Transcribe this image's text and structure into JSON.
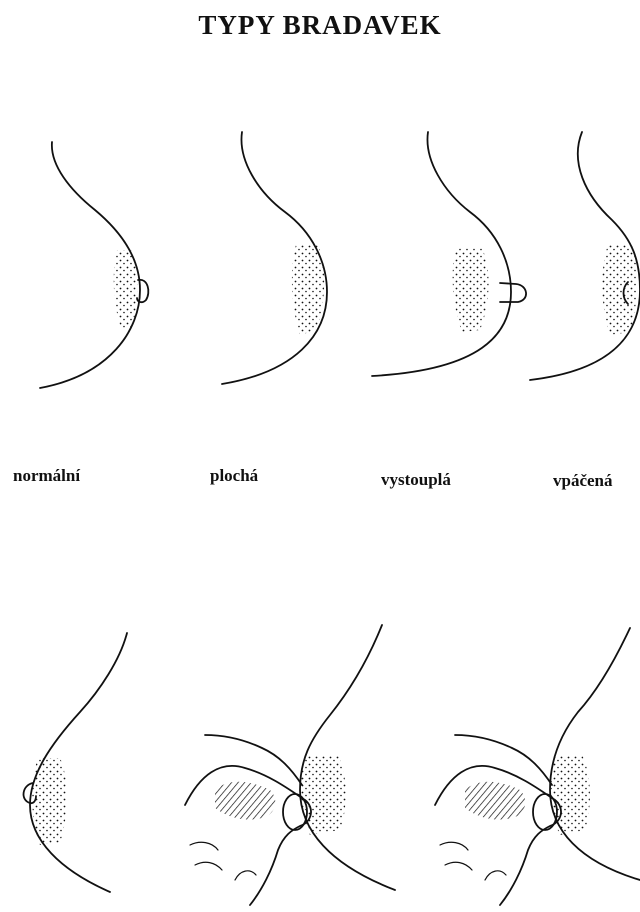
{
  "title": "TYPY BRADAVEK",
  "labels": {
    "normal": "normální",
    "flat": "plochá",
    "protruding": "vystouplá",
    "inverted": "vpáčená"
  }
}
